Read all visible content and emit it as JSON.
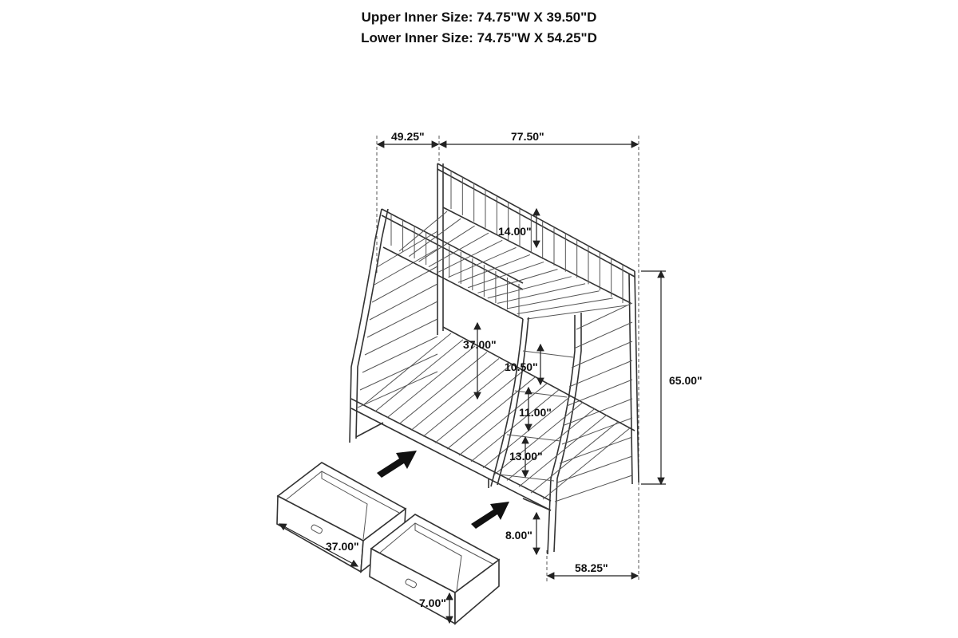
{
  "header": {
    "upper_inner_size": "Upper Inner Size: 74.75\"W X 39.50\"D",
    "lower_inner_size": "Lower Inner Size: 74.75\"W X 54.25\"D"
  },
  "dimensions": {
    "upper_depth": "49.25\"",
    "overall_length": "77.50\"",
    "guardrail_height": "14.00\"",
    "bunk_clearance": "37.00\"",
    "ladder_step_1": "10.50\"",
    "ladder_step_2": "11.00\"",
    "ladder_step_3": "13.00\"",
    "overall_height": "65.00\"",
    "under_bed_clearance": "8.00\"",
    "lower_depth": "58.25\"",
    "drawer_length": "37.00\"",
    "drawer_height": "7.00\""
  }
}
